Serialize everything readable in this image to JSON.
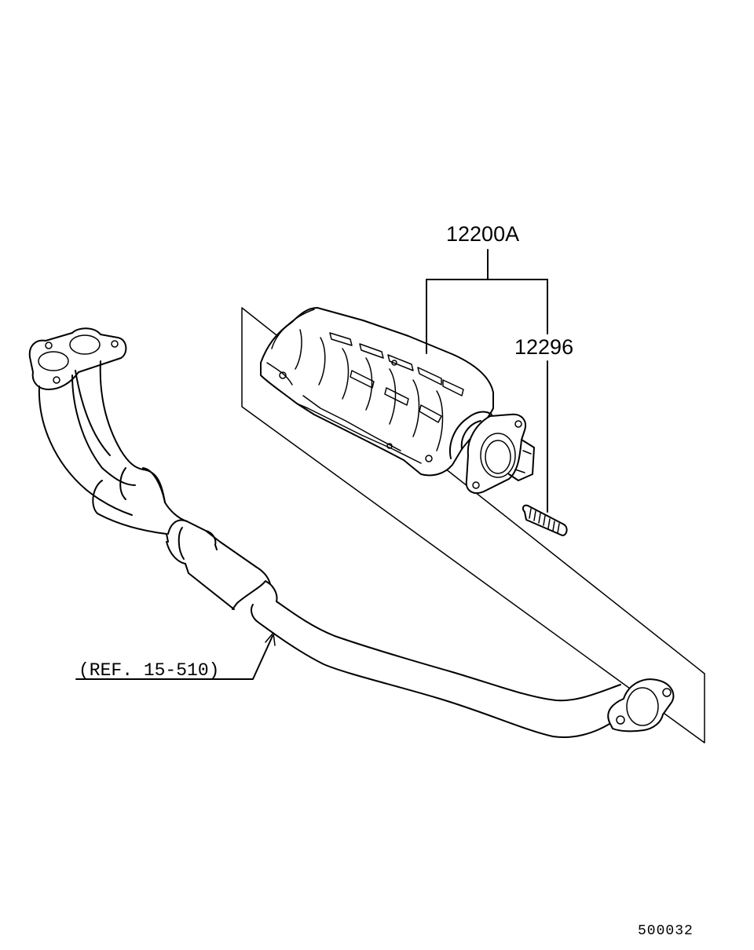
{
  "callouts": {
    "catalytic_converter_assy": "12200A",
    "stud_bolt": "12296",
    "front_pipe_reference": "(REF. 15-510)"
  },
  "illustration_code": "500032",
  "icons": {
    "catalytic_converter": "catalytic-converter-icon",
    "stud_bolt": "stud-bolt-icon",
    "exhaust_pipe": "exhaust-pipe-icon"
  }
}
